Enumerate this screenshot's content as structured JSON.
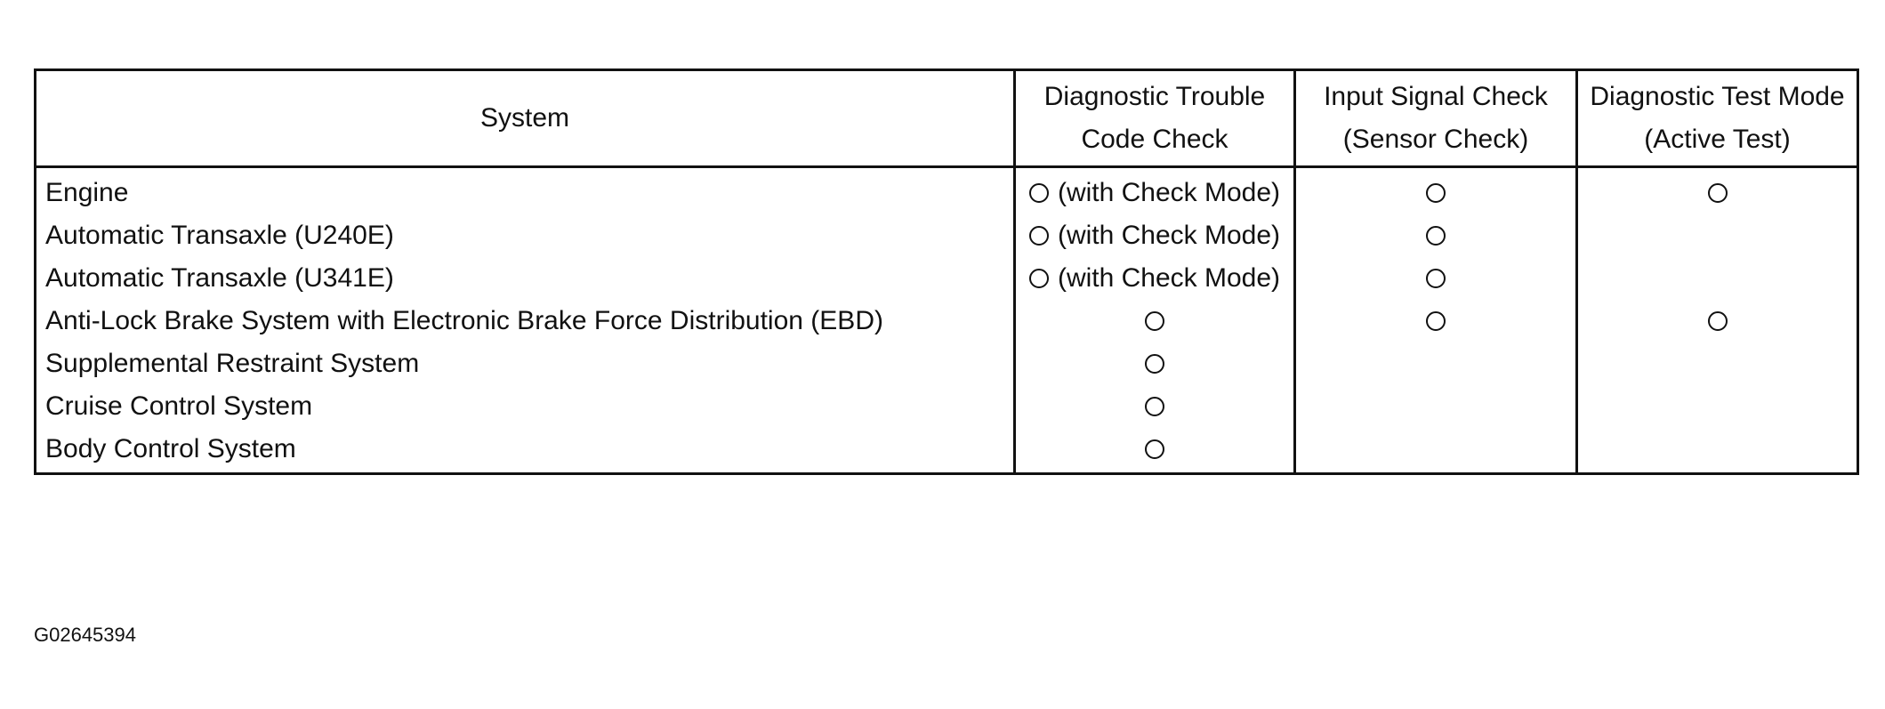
{
  "table": {
    "headers": {
      "system": "System",
      "dtc": "Diagnostic Trouble Code Check",
      "input": "Input Signal Check (Sensor Check)",
      "active": "Diagnostic Test Mode (Active Test)"
    },
    "rows": [
      {
        "system": "Engine",
        "dtc": "(with Check Mode)",
        "input": "○",
        "active": "○"
      },
      {
        "system": "Automatic Transaxle (U240E)",
        "dtc": "(with Check Mode)",
        "input": "○",
        "active": ""
      },
      {
        "system": "Automatic Transaxle (U341E)",
        "dtc": "(with Check Mode)",
        "input": "○",
        "active": ""
      },
      {
        "system": "Anti-Lock Brake System with Electronic Brake Force Distribution (EBD)",
        "dtc": "○",
        "input": "○",
        "active": "○"
      },
      {
        "system": "Supplemental Restraint System",
        "dtc": "○",
        "input": "",
        "active": ""
      },
      {
        "system": "Cruise Control System",
        "dtc": "○",
        "input": "",
        "active": ""
      },
      {
        "system": "Body Control System",
        "dtc": "○",
        "input": "",
        "active": ""
      }
    ]
  },
  "figure_id": "G02645394",
  "icons": {
    "supported_mark": "circle-icon"
  }
}
